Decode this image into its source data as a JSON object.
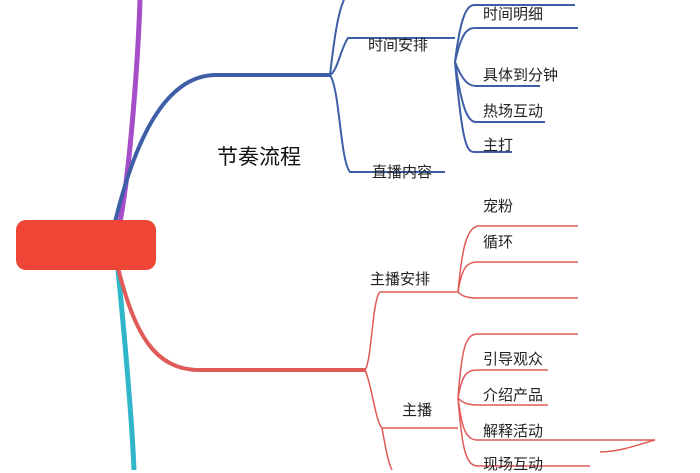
{
  "colors": {
    "root": "#ef4537",
    "blue_branch": "#3f5ea8",
    "red_branch": "#e05a57",
    "purple_branch": "#a64ec9",
    "cyan_branch": "#2fb7c9"
  },
  "nodes": {
    "rhythm_flow": "节奏流程",
    "time_arrangement": "时间安排",
    "time_detail": "时间明细",
    "to_minute": "具体到分钟",
    "warmup_interaction": "热场互动",
    "main_push": "主打",
    "live_content": "直播内容",
    "host_arrangement": "主播安排",
    "pet_fans": "宠粉",
    "loop": "循环",
    "host": "主播",
    "guide_audience": "引导观众",
    "introduce_product": "介绍产品",
    "explain_activity": "解释活动",
    "onsite_interaction": "现场互动"
  }
}
